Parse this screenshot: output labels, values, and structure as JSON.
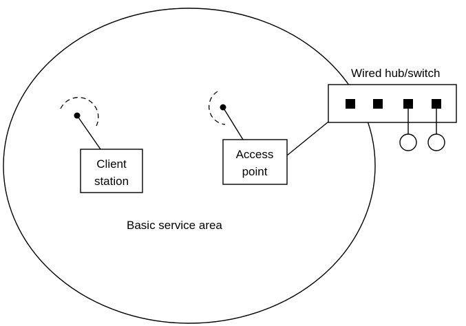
{
  "labels": {
    "hub_title": "Wired hub/switch",
    "client_line1": "Client",
    "client_line2": "station",
    "ap_line1": "Access",
    "ap_line2": "point",
    "area": "Basic service area"
  }
}
